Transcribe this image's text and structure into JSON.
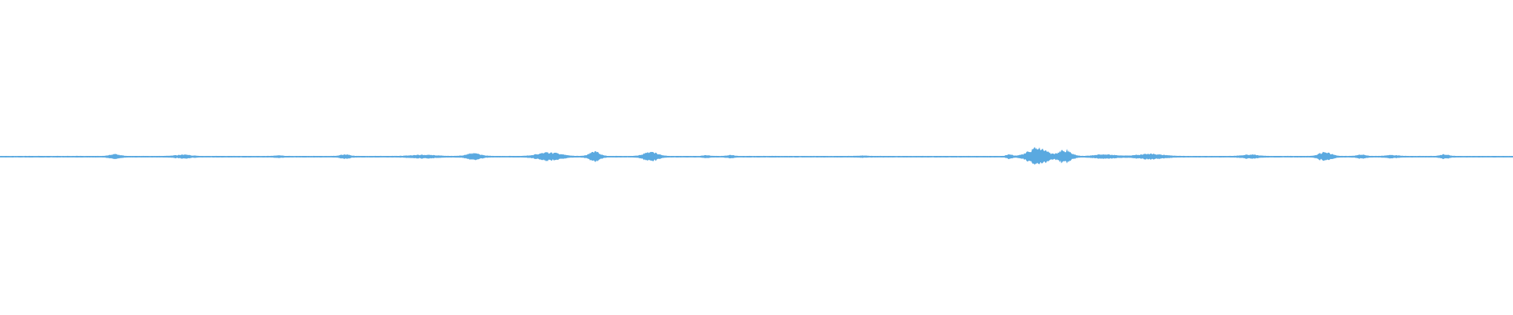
{
  "colors": {
    "background": "#ffffff",
    "waveform": "#5aa9e0"
  },
  "waveform": {
    "duration_fraction_min": 0,
    "duration_fraction_max": 1,
    "bursts": [
      {
        "center": 0.076,
        "width": 0.012,
        "level": 0.18
      },
      {
        "center": 0.121,
        "width": 0.018,
        "level": 0.14
      },
      {
        "center": 0.184,
        "width": 0.01,
        "level": 0.06
      },
      {
        "center": 0.228,
        "width": 0.012,
        "level": 0.16
      },
      {
        "center": 0.28,
        "width": 0.03,
        "level": 0.12
      },
      {
        "center": 0.313,
        "width": 0.016,
        "level": 0.28
      },
      {
        "center": 0.363,
        "width": 0.026,
        "level": 0.38
      },
      {
        "center": 0.393,
        "width": 0.012,
        "level": 0.48
      },
      {
        "center": 0.43,
        "width": 0.016,
        "level": 0.42
      },
      {
        "center": 0.467,
        "width": 0.008,
        "level": 0.08
      },
      {
        "center": 0.483,
        "width": 0.008,
        "level": 0.1
      },
      {
        "center": 0.57,
        "width": 0.012,
        "level": 0.04
      },
      {
        "center": 0.667,
        "width": 0.006,
        "level": 0.22
      },
      {
        "center": 0.686,
        "width": 0.022,
        "level": 0.85
      },
      {
        "center": 0.704,
        "width": 0.014,
        "level": 0.62
      },
      {
        "center": 0.73,
        "width": 0.022,
        "level": 0.18
      },
      {
        "center": 0.76,
        "width": 0.03,
        "level": 0.22
      },
      {
        "center": 0.826,
        "width": 0.018,
        "level": 0.16
      },
      {
        "center": 0.876,
        "width": 0.014,
        "level": 0.42
      },
      {
        "center": 0.9,
        "width": 0.01,
        "level": 0.14
      },
      {
        "center": 0.92,
        "width": 0.014,
        "level": 0.1
      },
      {
        "center": 0.955,
        "width": 0.01,
        "level": 0.18
      }
    ]
  }
}
